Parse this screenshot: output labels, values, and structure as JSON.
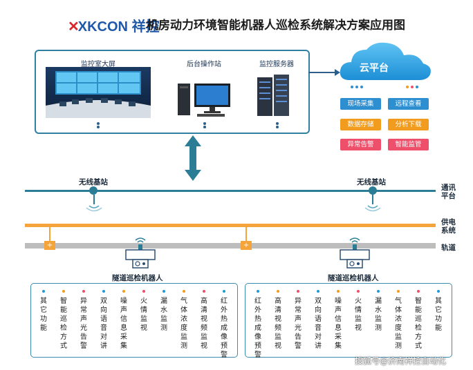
{
  "header": {
    "logo_text": "XKCON",
    "logo_cn": "祥控",
    "title": "机房动力环境智能机器人巡检系统解决方案应用图"
  },
  "devices": [
    {
      "label": "监控室大屏"
    },
    {
      "label": "后台操作站"
    },
    {
      "label": "监控服务器"
    }
  ],
  "cloud": {
    "label": "云平台",
    "tags": [
      {
        "label": "现场采集",
        "color": "#2e8fd0"
      },
      {
        "label": "远程查看",
        "color": "#2e8fd0"
      },
      {
        "label": "数据存储",
        "color": "#f29c1f"
      },
      {
        "label": "分析下载",
        "color": "#f29c1f"
      },
      {
        "label": "异常告警",
        "color": "#ee4f6a"
      },
      {
        "label": "智能监管",
        "color": "#ee4f6a"
      }
    ]
  },
  "network": {
    "base_station_label": "无线基站",
    "comm_label": "通讯\n平台",
    "power_label": "供电\n系统",
    "track_label": "轨道",
    "robot_label": "隧道巡检机器人"
  },
  "left_functions": [
    {
      "text": "其它功能",
      "color": "#1e9ad6"
    },
    {
      "text": "智能巡检方式",
      "color": "#f29c1f"
    },
    {
      "text": "异常声光告警",
      "color": "#ee4f6a"
    },
    {
      "text": "双向语音对讲",
      "color": "#1e9ad6"
    },
    {
      "text": "噪声信息采集",
      "color": "#f29c1f"
    },
    {
      "text": "火情监视",
      "color": "#ee4f6a"
    },
    {
      "text": "漏水监测",
      "color": "#1e9ad6"
    },
    {
      "text": "气体浓度监测",
      "color": "#f29c1f"
    },
    {
      "text": "高清视频监视",
      "color": "#ee4f6a"
    },
    {
      "text": "红外热成像预警",
      "color": "#1e9ad6"
    }
  ],
  "right_functions": [
    {
      "text": "红外热成像预警",
      "color": "#1e9ad6"
    },
    {
      "text": "高清视频监视",
      "color": "#f29c1f"
    },
    {
      "text": "异常声光告警",
      "color": "#ee4f6a"
    },
    {
      "text": "双向语音对讲",
      "color": "#1e9ad6"
    },
    {
      "text": "噪声信息采集",
      "color": "#f29c1f"
    },
    {
      "text": "火情监视",
      "color": "#ee4f6a"
    },
    {
      "text": "漏水监测",
      "color": "#1e9ad6"
    },
    {
      "text": "气体浓度监测",
      "color": "#f29c1f"
    },
    {
      "text": "智能巡检方式",
      "color": "#ee4f6a"
    },
    {
      "text": "其它功能",
      "color": "#1e9ad6"
    }
  ],
  "watermark": "搜狐号@济南祥控自动化"
}
